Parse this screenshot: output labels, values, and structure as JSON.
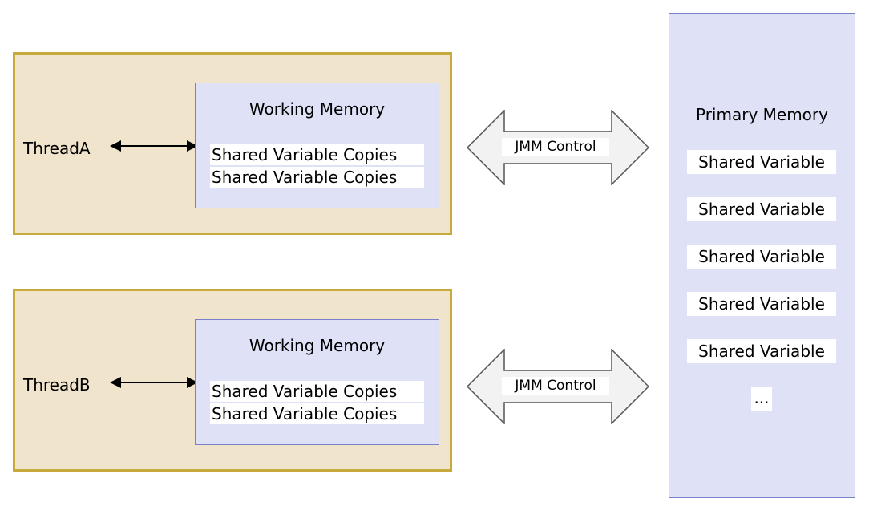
{
  "threads": [
    {
      "label": "ThreadA",
      "working_memory": {
        "title": "Working Memory",
        "copies": [
          "Shared Variable Copies",
          "Shared Variable Copies"
        ]
      }
    },
    {
      "label": "ThreadB",
      "working_memory": {
        "title": "Working Memory",
        "copies": [
          "Shared Variable Copies",
          "Shared Variable Copies"
        ]
      }
    }
  ],
  "jmm_controls": [
    {
      "label": "JMM Control"
    },
    {
      "label": "JMM Control"
    }
  ],
  "primary_memory": {
    "title": "Primary Memory",
    "variables": [
      "Shared Variable",
      "Shared Variable",
      "Shared Variable",
      "Shared Variable",
      "Shared Variable"
    ],
    "more": "..."
  },
  "colors": {
    "thread_fill": "#f0e5cc",
    "thread_border": "#c8a93b",
    "memory_fill": "#dfe1f7",
    "memory_border": "#7b80c8",
    "arrow_fill": "#f2f2f2"
  }
}
